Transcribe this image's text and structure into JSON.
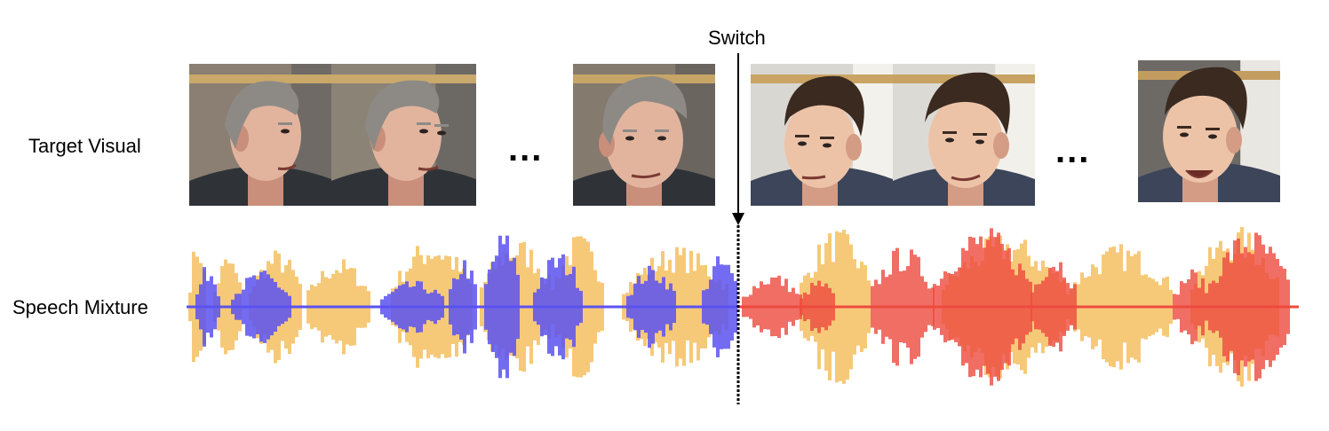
{
  "labels": {
    "target_visual": "Target Visual",
    "speech_mixture": "Speech Mixture",
    "switch": "Switch"
  },
  "ellipsis": "...",
  "frames": [
    {
      "speaker": "speaker-a",
      "pose": "right-profile"
    },
    {
      "speaker": "speaker-a",
      "pose": "right-three-quarter"
    },
    {
      "speaker": "speaker-a",
      "pose": "frontal"
    },
    {
      "speaker": "speaker-b",
      "pose": "left-three-quarter"
    },
    {
      "speaker": "speaker-b",
      "pose": "frontal"
    },
    {
      "speaker": "speaker-b",
      "pose": "frontal-talking"
    }
  ],
  "colors": {
    "speaker_a_wave": "#5a52f0",
    "speaker_b_wave": "#ee4a3e",
    "interferer_wave": "#f5c060",
    "switch_line": "#000000"
  }
}
